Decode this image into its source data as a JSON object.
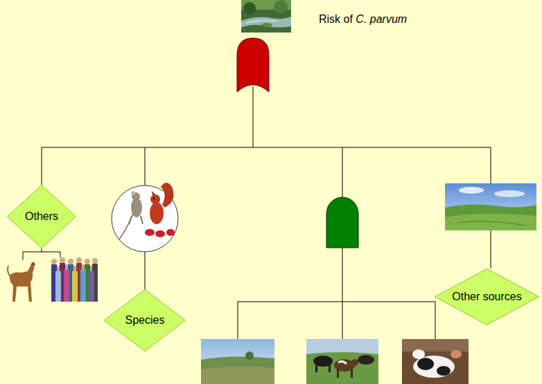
{
  "diagram": {
    "nodes": [
      {
        "text": [
          "Others"
        ]
      },
      {
        "text": [
          "Species"
        ]
      },
      {
        "text": [
          "Other sources"
        ]
      }
    ],
    "labels": [
      "Risk of C. parvum"
    ]
  }
}
